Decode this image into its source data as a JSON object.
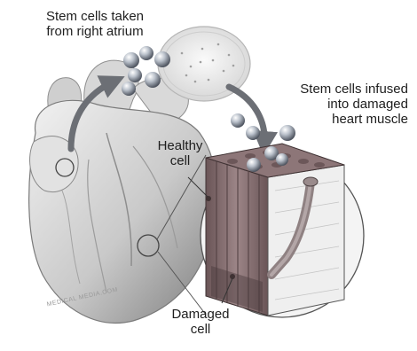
{
  "labels": {
    "taken_line1": "Stem cells taken",
    "taken_line2": "from right atrium",
    "infused_line1": "Stem cells infused",
    "infused_line2": "into damaged",
    "infused_line3": "heart muscle",
    "healthy_line1": "Healthy",
    "healthy_line2": "cell",
    "damaged_line1": "Damaged",
    "damaged_line2": "cell"
  },
  "credit": "MEDICAL MEDIA.COM",
  "colors": {
    "heart_light": "#e6e6e6",
    "heart_mid": "#b9b9b9",
    "heart_dark": "#6e6e6e",
    "stem_cell": "#a9b0bb",
    "tissue_dark": "#5e4a4c",
    "tissue_mid": "#8a7476",
    "tissue_light": "#b8a5a6",
    "fat_white": "#ededed"
  }
}
